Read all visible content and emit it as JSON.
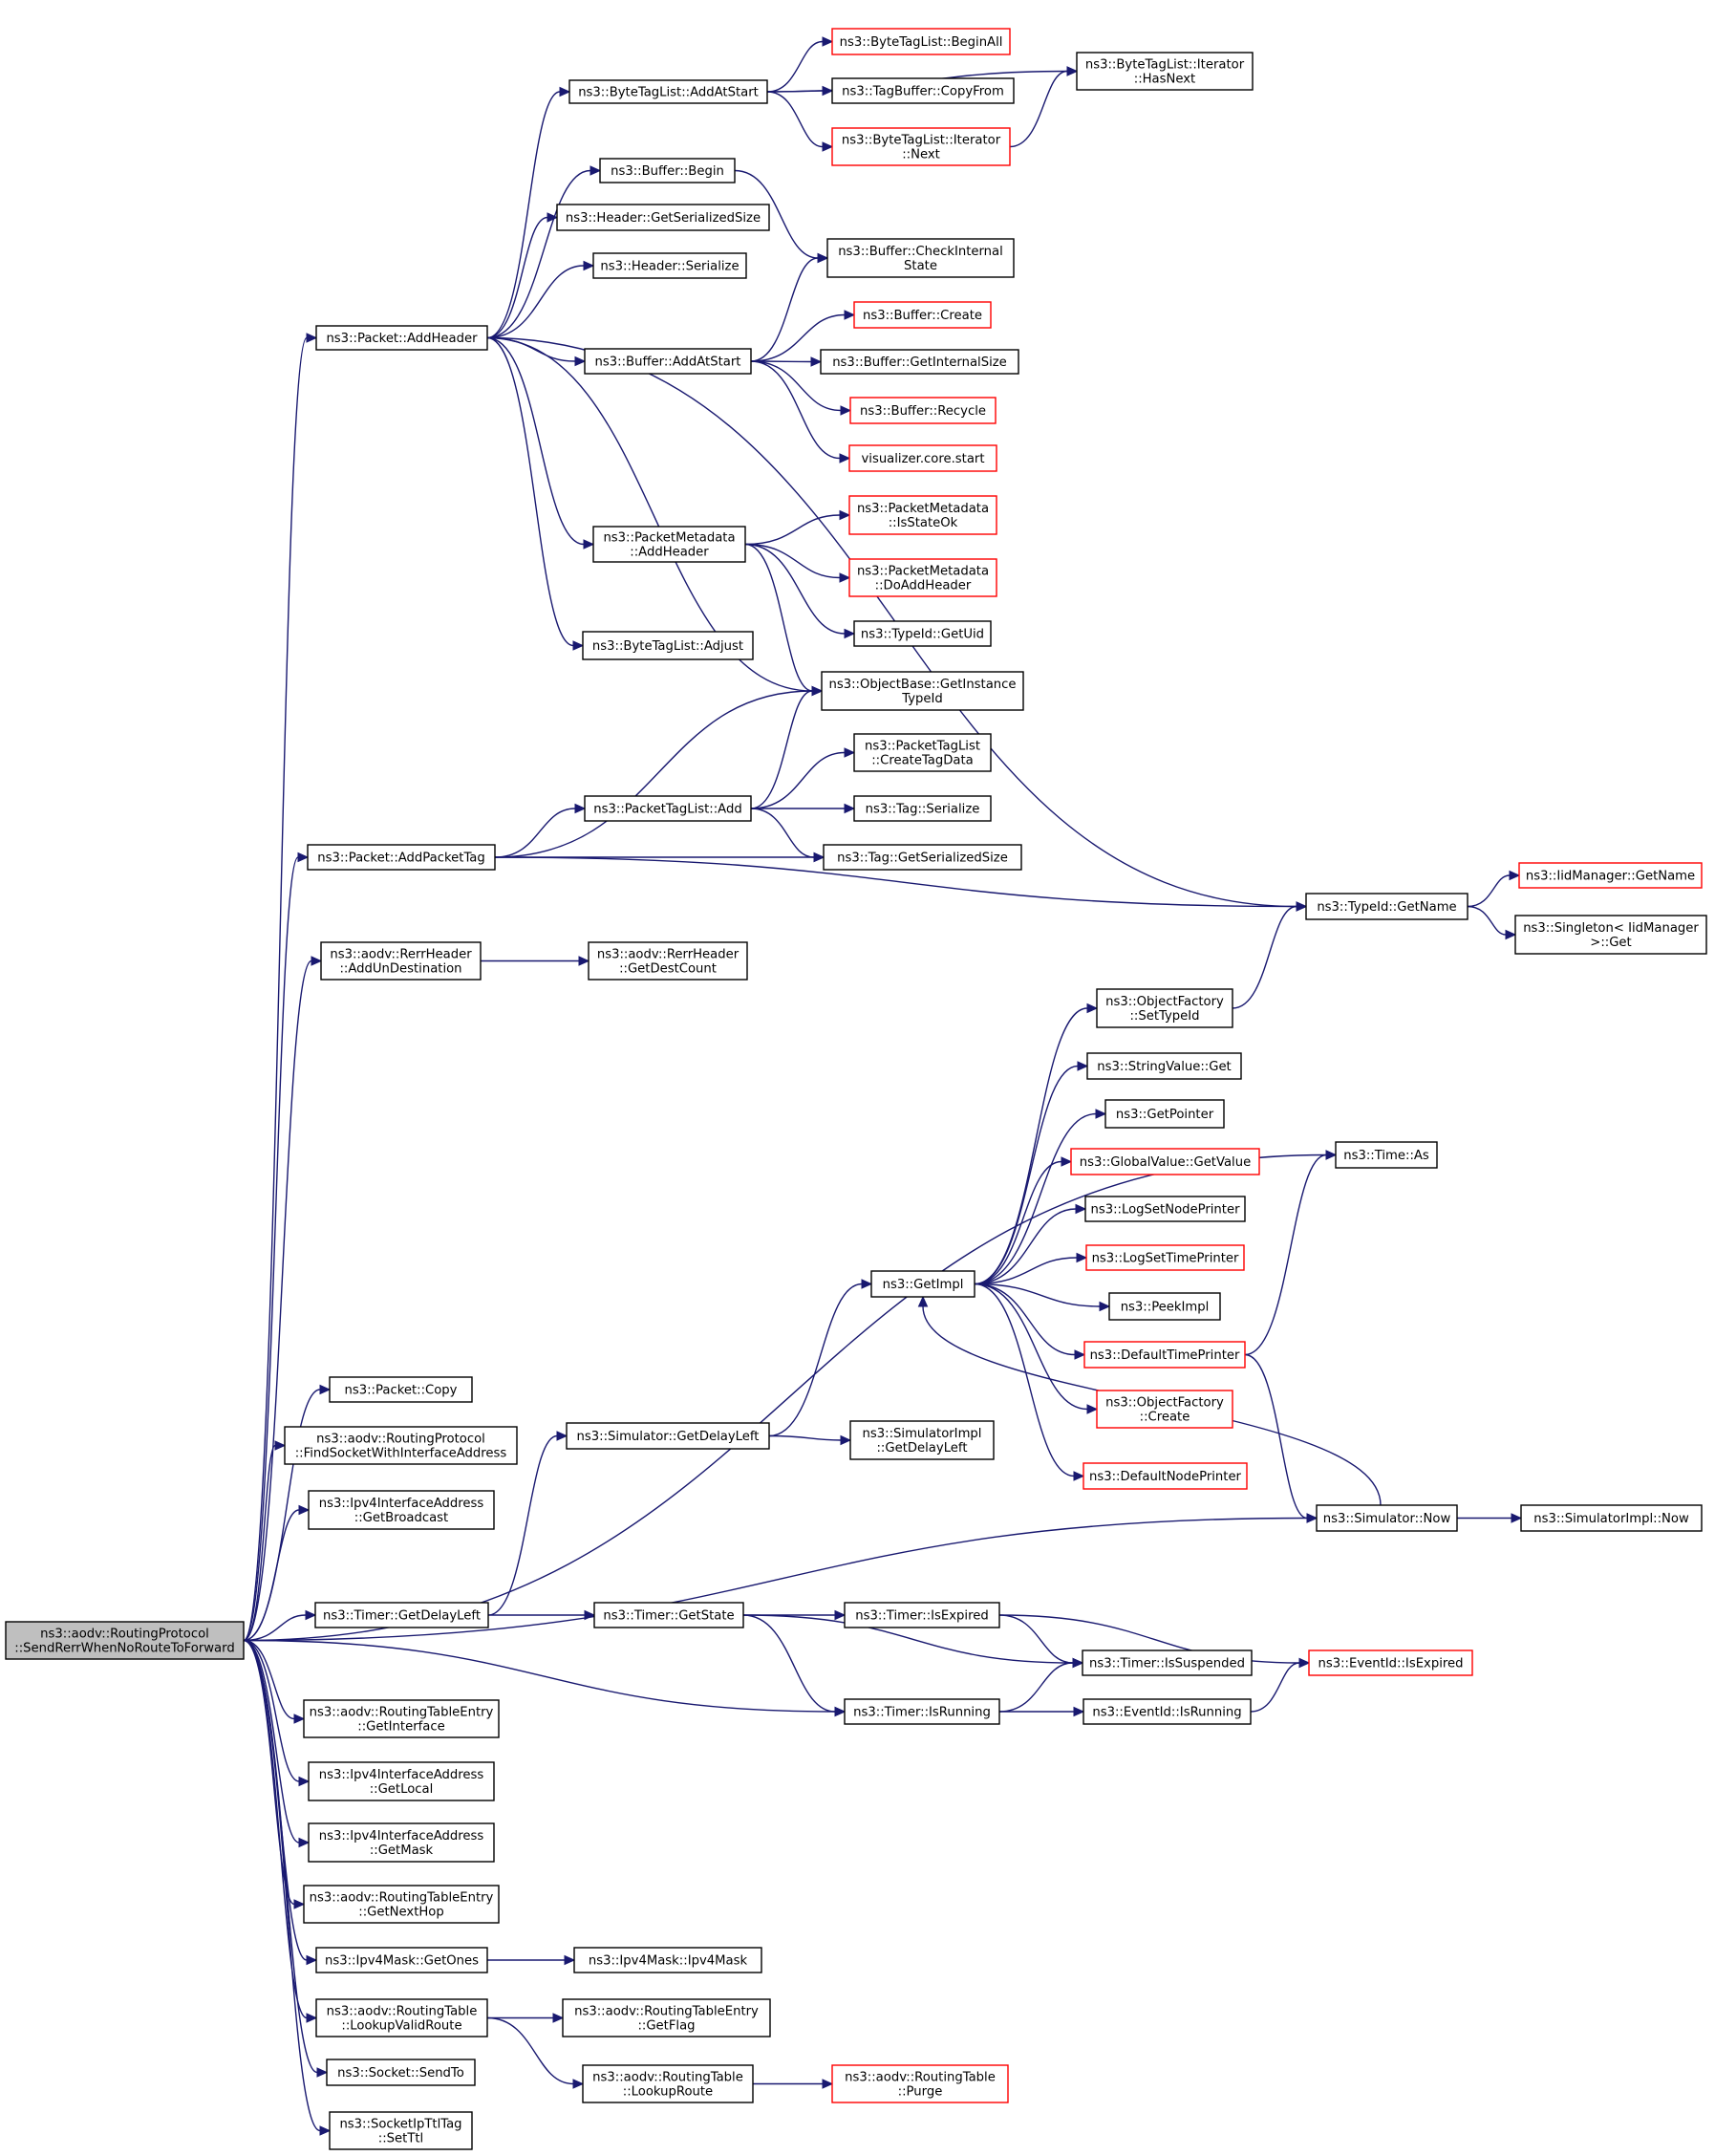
{
  "diagram": {
    "nodes": [
      {
        "id": "root",
        "lines": [
          "ns3::aodv::RoutingProtocol",
          "::SendRerrWhenNoRouteToForward"
        ],
        "style": "root"
      },
      {
        "id": "addHeader",
        "lines": [
          "ns3::Packet::AddHeader"
        ],
        "style": "normal"
      },
      {
        "id": "btlAddAtStart",
        "lines": [
          "ns3::ByteTagList::AddAtStart"
        ],
        "style": "normal"
      },
      {
        "id": "btlBeginAll",
        "lines": [
          "ns3::ByteTagList::BeginAll"
        ],
        "style": "red"
      },
      {
        "id": "tbCopyFrom",
        "lines": [
          "ns3::TagBuffer::CopyFrom"
        ],
        "style": "normal"
      },
      {
        "id": "btlItNext",
        "lines": [
          "ns3::ByteTagList::Iterator",
          "::Next"
        ],
        "style": "red"
      },
      {
        "id": "btlItHasNext",
        "lines": [
          "ns3::ByteTagList::Iterator",
          "::HasNext"
        ],
        "style": "normal"
      },
      {
        "id": "bufBegin",
        "lines": [
          "ns3::Buffer::Begin"
        ],
        "style": "normal"
      },
      {
        "id": "hdrGetSize",
        "lines": [
          "ns3::Header::GetSerializedSize"
        ],
        "style": "normal"
      },
      {
        "id": "hdrSerialize",
        "lines": [
          "ns3::Header::Serialize"
        ],
        "style": "normal"
      },
      {
        "id": "bufCheck",
        "lines": [
          "ns3::Buffer::CheckInternal",
          "State"
        ],
        "style": "normal"
      },
      {
        "id": "bufCreate",
        "lines": [
          "ns3::Buffer::Create"
        ],
        "style": "red"
      },
      {
        "id": "bufAddAtStart",
        "lines": [
          "ns3::Buffer::AddAtStart"
        ],
        "style": "normal"
      },
      {
        "id": "bufGetInternalSize",
        "lines": [
          "ns3::Buffer::GetInternalSize"
        ],
        "style": "normal"
      },
      {
        "id": "bufRecycle",
        "lines": [
          "ns3::Buffer::Recycle"
        ],
        "style": "red"
      },
      {
        "id": "vizStart",
        "lines": [
          "visualizer.core.start"
        ],
        "style": "red"
      },
      {
        "id": "pmAddHeader",
        "lines": [
          "ns3::PacketMetadata",
          "::AddHeader"
        ],
        "style": "normal"
      },
      {
        "id": "pmIsStateOk",
        "lines": [
          "ns3::PacketMetadata",
          "::IsStateOk"
        ],
        "style": "red"
      },
      {
        "id": "pmDoAddHeader",
        "lines": [
          "ns3::PacketMetadata",
          "::DoAddHeader"
        ],
        "style": "red"
      },
      {
        "id": "typeIdGetUid",
        "lines": [
          "ns3::TypeId::GetUid"
        ],
        "style": "normal"
      },
      {
        "id": "btlAdjust",
        "lines": [
          "ns3::ByteTagList::Adjust"
        ],
        "style": "normal"
      },
      {
        "id": "obGetInstance",
        "lines": [
          "ns3::ObjectBase::GetInstance",
          "TypeId"
        ],
        "style": "normal"
      },
      {
        "id": "ptlCreateTagData",
        "lines": [
          "ns3::PacketTagList",
          "::CreateTagData"
        ],
        "style": "normal"
      },
      {
        "id": "ptlAdd",
        "lines": [
          "ns3::PacketTagList::Add"
        ],
        "style": "normal"
      },
      {
        "id": "tagSerialize",
        "lines": [
          "ns3::Tag::Serialize"
        ],
        "style": "normal"
      },
      {
        "id": "addPacketTag",
        "lines": [
          "ns3::Packet::AddPacketTag"
        ],
        "style": "normal"
      },
      {
        "id": "tagGetSize",
        "lines": [
          "ns3::Tag::GetSerializedSize"
        ],
        "style": "normal"
      },
      {
        "id": "typeIdGetName",
        "lines": [
          "ns3::TypeId::GetName"
        ],
        "style": "normal"
      },
      {
        "id": "iidGetName",
        "lines": [
          "ns3::IidManager::GetName"
        ],
        "style": "red"
      },
      {
        "id": "singletonGet",
        "lines": [
          "ns3::Singleton< IidManager",
          ">::Get"
        ],
        "style": "normal"
      },
      {
        "id": "rerrAddUn",
        "lines": [
          "ns3::aodv::RerrHeader",
          "::AddUnDestination"
        ],
        "style": "normal"
      },
      {
        "id": "rerrGetDest",
        "lines": [
          "ns3::aodv::RerrHeader",
          "::GetDestCount"
        ],
        "style": "normal"
      },
      {
        "id": "ofSetTypeId",
        "lines": [
          "ns3::ObjectFactory",
          "::SetTypeId"
        ],
        "style": "normal"
      },
      {
        "id": "svGet",
        "lines": [
          "ns3::StringValue::Get"
        ],
        "style": "normal"
      },
      {
        "id": "getPointer",
        "lines": [
          "ns3::GetPointer"
        ],
        "style": "normal"
      },
      {
        "id": "gvGetValue",
        "lines": [
          "ns3::GlobalValue::GetValue"
        ],
        "style": "red"
      },
      {
        "id": "timeAs",
        "lines": [
          "ns3::Time::As"
        ],
        "style": "normal"
      },
      {
        "id": "logSetNode",
        "lines": [
          "ns3::LogSetNodePrinter"
        ],
        "style": "normal"
      },
      {
        "id": "logSetTime",
        "lines": [
          "ns3::LogSetTimePrinter"
        ],
        "style": "red"
      },
      {
        "id": "getImpl",
        "lines": [
          "ns3::GetImpl"
        ],
        "style": "normal"
      },
      {
        "id": "peekImpl",
        "lines": [
          "ns3::PeekImpl"
        ],
        "style": "normal"
      },
      {
        "id": "defTimePrinter",
        "lines": [
          "ns3::DefaultTimePrinter"
        ],
        "style": "red"
      },
      {
        "id": "ofCreate",
        "lines": [
          "ns3::ObjectFactory",
          "::Create"
        ],
        "style": "red"
      },
      {
        "id": "defNodePrinter",
        "lines": [
          "ns3::DefaultNodePrinter"
        ],
        "style": "red"
      },
      {
        "id": "packetCopy",
        "lines": [
          "ns3::Packet::Copy"
        ],
        "style": "normal"
      },
      {
        "id": "findSocket",
        "lines": [
          "ns3::aodv::RoutingProtocol",
          "::FindSocketWithInterfaceAddress"
        ],
        "style": "normal"
      },
      {
        "id": "simGetDelayLeft",
        "lines": [
          "ns3::Simulator::GetDelayLeft"
        ],
        "style": "normal"
      },
      {
        "id": "simImplGetDelayLeft",
        "lines": [
          "ns3::SimulatorImpl",
          "::GetDelayLeft"
        ],
        "style": "normal"
      },
      {
        "id": "ipv4GetBroadcast",
        "lines": [
          "ns3::Ipv4InterfaceAddress",
          "::GetBroadcast"
        ],
        "style": "normal"
      },
      {
        "id": "simNow",
        "lines": [
          "ns3::Simulator::Now"
        ],
        "style": "normal"
      },
      {
        "id": "simImplNow",
        "lines": [
          "ns3::SimulatorImpl::Now"
        ],
        "style": "normal"
      },
      {
        "id": "timerGetDelayLeft",
        "lines": [
          "ns3::Timer::GetDelayLeft"
        ],
        "style": "normal"
      },
      {
        "id": "timerGetState",
        "lines": [
          "ns3::Timer::GetState"
        ],
        "style": "normal"
      },
      {
        "id": "timerIsExpired",
        "lines": [
          "ns3::Timer::IsExpired"
        ],
        "style": "normal"
      },
      {
        "id": "timerIsSuspended",
        "lines": [
          "ns3::Timer::IsSuspended"
        ],
        "style": "normal"
      },
      {
        "id": "eventIsExpired",
        "lines": [
          "ns3::EventId::IsExpired"
        ],
        "style": "red"
      },
      {
        "id": "rteGetInterface",
        "lines": [
          "ns3::aodv::RoutingTableEntry",
          "::GetInterface"
        ],
        "style": "normal"
      },
      {
        "id": "timerIsRunning",
        "lines": [
          "ns3::Timer::IsRunning"
        ],
        "style": "normal"
      },
      {
        "id": "eventIsRunning",
        "lines": [
          "ns3::EventId::IsRunning"
        ],
        "style": "normal"
      },
      {
        "id": "ipv4GetLocal",
        "lines": [
          "ns3::Ipv4InterfaceAddress",
          "::GetLocal"
        ],
        "style": "normal"
      },
      {
        "id": "ipv4GetMask",
        "lines": [
          "ns3::Ipv4InterfaceAddress",
          "::GetMask"
        ],
        "style": "normal"
      },
      {
        "id": "rteGetNextHop",
        "lines": [
          "ns3::aodv::RoutingTableEntry",
          "::GetNextHop"
        ],
        "style": "normal"
      },
      {
        "id": "maskGetOnes",
        "lines": [
          "ns3::Ipv4Mask::GetOnes"
        ],
        "style": "normal"
      },
      {
        "id": "maskCtor",
        "lines": [
          "ns3::Ipv4Mask::Ipv4Mask"
        ],
        "style": "normal"
      },
      {
        "id": "rtLookupValid",
        "lines": [
          "ns3::aodv::RoutingTable",
          "::LookupValidRoute"
        ],
        "style": "normal"
      },
      {
        "id": "rteGetFlag",
        "lines": [
          "ns3::aodv::RoutingTableEntry",
          "::GetFlag"
        ],
        "style": "normal"
      },
      {
        "id": "socketSendTo",
        "lines": [
          "ns3::Socket::SendTo"
        ],
        "style": "normal"
      },
      {
        "id": "rtLookupRoute",
        "lines": [
          "ns3::aodv::RoutingTable",
          "::LookupRoute"
        ],
        "style": "normal"
      },
      {
        "id": "rtPurge",
        "lines": [
          "ns3::aodv::RoutingTable",
          "::Purge"
        ],
        "style": "red"
      },
      {
        "id": "ttlSetTtl",
        "lines": [
          "ns3::SocketIpTtlTag",
          "::SetTtl"
        ],
        "style": "normal"
      }
    ],
    "edges": [
      [
        "root",
        "addHeader"
      ],
      [
        "root",
        "addPacketTag"
      ],
      [
        "root",
        "rerrAddUn"
      ],
      [
        "root",
        "timeAs"
      ],
      [
        "root",
        "packetCopy"
      ],
      [
        "root",
        "findSocket"
      ],
      [
        "root",
        "ipv4GetBroadcast"
      ],
      [
        "root",
        "simNow"
      ],
      [
        "root",
        "timerGetDelayLeft"
      ],
      [
        "root",
        "timerIsRunning"
      ],
      [
        "root",
        "rteGetInterface"
      ],
      [
        "root",
        "ipv4GetLocal"
      ],
      [
        "root",
        "ipv4GetMask"
      ],
      [
        "root",
        "rteGetNextHop"
      ],
      [
        "root",
        "maskGetOnes"
      ],
      [
        "root",
        "rtLookupValid"
      ],
      [
        "root",
        "socketSendTo"
      ],
      [
        "root",
        "ttlSetTtl"
      ],
      [
        "addHeader",
        "btlAddAtStart"
      ],
      [
        "addHeader",
        "bufBegin"
      ],
      [
        "addHeader",
        "hdrGetSize"
      ],
      [
        "addHeader",
        "hdrSerialize"
      ],
      [
        "addHeader",
        "typeIdGetName"
      ],
      [
        "addHeader",
        "bufAddAtStart"
      ],
      [
        "addHeader",
        "pmAddHeader"
      ],
      [
        "addHeader",
        "obGetInstance"
      ],
      [
        "addHeader",
        "btlAdjust"
      ],
      [
        "btlAddAtStart",
        "btlBeginAll"
      ],
      [
        "btlAddAtStart",
        "tbCopyFrom"
      ],
      [
        "btlAddAtStart",
        "btlItNext"
      ],
      [
        "btlAddAtStart",
        "btlItHasNext"
      ],
      [
        "btlItNext",
        "btlItHasNext"
      ],
      [
        "bufBegin",
        "bufCheck"
      ],
      [
        "bufAddAtStart",
        "bufCheck"
      ],
      [
        "bufAddAtStart",
        "bufCreate"
      ],
      [
        "bufAddAtStart",
        "bufGetInternalSize"
      ],
      [
        "bufAddAtStart",
        "bufRecycle"
      ],
      [
        "bufAddAtStart",
        "vizStart"
      ],
      [
        "pmAddHeader",
        "pmIsStateOk"
      ],
      [
        "pmAddHeader",
        "pmDoAddHeader"
      ],
      [
        "pmAddHeader",
        "typeIdGetUid"
      ],
      [
        "pmAddHeader",
        "obGetInstance"
      ],
      [
        "addPacketTag",
        "obGetInstance"
      ],
      [
        "addPacketTag",
        "ptlAdd"
      ],
      [
        "addPacketTag",
        "tagGetSize"
      ],
      [
        "addPacketTag",
        "typeIdGetName"
      ],
      [
        "ptlAdd",
        "obGetInstance"
      ],
      [
        "ptlAdd",
        "ptlCreateTagData"
      ],
      [
        "ptlAdd",
        "tagSerialize"
      ],
      [
        "ptlAdd",
        "tagGetSize"
      ],
      [
        "typeIdGetName",
        "iidGetName"
      ],
      [
        "typeIdGetName",
        "singletonGet"
      ],
      [
        "rerrAddUn",
        "rerrGetDest"
      ],
      [
        "ofSetTypeId",
        "typeIdGetName"
      ],
      [
        "getImpl",
        "ofSetTypeId"
      ],
      [
        "getImpl",
        "svGet"
      ],
      [
        "getImpl",
        "getPointer"
      ],
      [
        "getImpl",
        "gvGetValue"
      ],
      [
        "getImpl",
        "logSetNode"
      ],
      [
        "getImpl",
        "logSetTime"
      ],
      [
        "getImpl",
        "peekImpl"
      ],
      [
        "getImpl",
        "defTimePrinter"
      ],
      [
        "getImpl",
        "ofCreate"
      ],
      [
        "getImpl",
        "defNodePrinter"
      ],
      [
        "defTimePrinter",
        "timeAs"
      ],
      [
        "defTimePrinter",
        "simNow"
      ],
      [
        "simNow",
        "getImpl"
      ],
      [
        "simNow",
        "simImplNow"
      ],
      [
        "simGetDelayLeft",
        "getImpl"
      ],
      [
        "simGetDelayLeft",
        "simImplGetDelayLeft"
      ],
      [
        "timerGetDelayLeft",
        "simGetDelayLeft"
      ],
      [
        "timerGetDelayLeft",
        "timerGetState"
      ],
      [
        "timerGetState",
        "timerIsExpired"
      ],
      [
        "timerGetState",
        "timerIsSuspended"
      ],
      [
        "timerGetState",
        "timerIsRunning"
      ],
      [
        "timerIsExpired",
        "timerIsSuspended"
      ],
      [
        "timerIsExpired",
        "eventIsExpired"
      ],
      [
        "timerIsRunning",
        "timerIsSuspended"
      ],
      [
        "timerIsRunning",
        "eventIsRunning"
      ],
      [
        "eventIsRunning",
        "eventIsExpired"
      ],
      [
        "maskGetOnes",
        "maskCtor"
      ],
      [
        "rtLookupValid",
        "rteGetFlag"
      ],
      [
        "rtLookupValid",
        "rtLookupRoute"
      ],
      [
        "rtLookupRoute",
        "rtPurge"
      ]
    ]
  }
}
